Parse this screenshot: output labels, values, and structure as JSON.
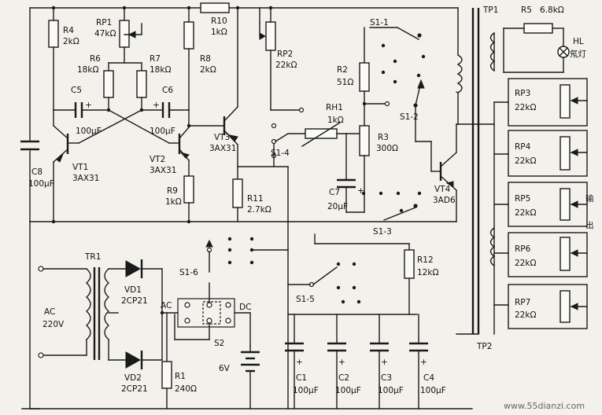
{
  "labels": {
    "R4": "R4",
    "R4v": "2kΩ",
    "RP1": "RP1",
    "RP1v": "47kΩ",
    "R6": "R6",
    "R6v": "18kΩ",
    "R7": "R7",
    "R7v": "18kΩ",
    "R8": "R8",
    "R8v": "2kΩ",
    "R10": "R10",
    "R10v": "1kΩ",
    "C5": "C5",
    "C5v": "100μF",
    "C6": "C6",
    "C6v": "100μF",
    "C8": "C8",
    "C8v": "100μF",
    "VT1": "VT1",
    "VT1v": "3AX31",
    "VT2": "VT2",
    "VT2v": "3AX31",
    "VT3": "VT3",
    "VT3v": "3AX31",
    "R9": "R9",
    "R9v": "1kΩ",
    "R11": "R11",
    "R11v": "2.7kΩ",
    "RP2": "RP2",
    "RP2v": "22kΩ",
    "RH1": "RH1",
    "RH1v": "1kΩ",
    "S1_4": "S1-4",
    "S1_1": "S1-1",
    "S1_2": "S1-2",
    "S1_3": "S1-3",
    "S1_5": "S1-5",
    "S1_6": "S1-6",
    "R2": "R2",
    "R2v": "51Ω",
    "R3": "R3",
    "R3v": "300Ω",
    "C7": "C7",
    "C7v": "20μF",
    "VT4": "VT4",
    "VT4v": "3AD6",
    "TP1": "TP1",
    "TP2": "TP2",
    "R5": "R5",
    "R5v": "6.8kΩ",
    "HL": "HL",
    "HLv": "氖灯",
    "RP3": "RP3",
    "RP3v": "22kΩ",
    "RP4": "RP4",
    "RP4v": "22kΩ",
    "RP5": "RP5",
    "RP5v": "22kΩ",
    "RP6": "RP6",
    "RP6v": "22kΩ",
    "RP7": "RP7",
    "RP7v": "22kΩ",
    "out1": "输",
    "out2": "出",
    "TR1": "TR1",
    "AC_in": "AC",
    "AC_v": "220V",
    "VD1": "VD1",
    "VD1v": "2CP21",
    "VD2": "VD2",
    "VD2v": "2CP21",
    "R1": "R1",
    "R1v": "240Ω",
    "ACn": "AC",
    "DC": "DC",
    "S2": "S2",
    "bat": "6V",
    "R12": "R12",
    "R12v": "12kΩ",
    "C1": "C1",
    "C1v": "100μF",
    "C2": "C2",
    "C2v": "100μF",
    "C3": "C3",
    "C3v": "100μF",
    "C4": "C4",
    "C4v": "100μF",
    "watermark": "www.55dianzi.com"
  }
}
